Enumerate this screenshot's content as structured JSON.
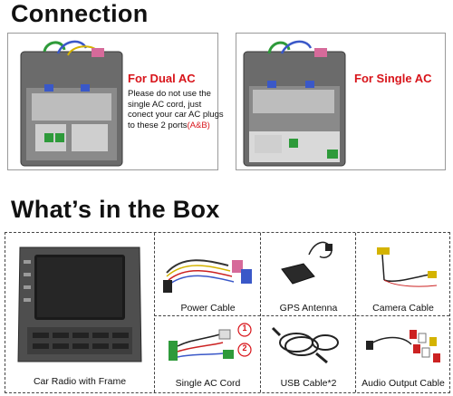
{
  "connection": {
    "title": "Connection",
    "dual": {
      "label": "For Dual AC",
      "note_text": "Please do not use the single AC cord, just conect your car AC plugs to these 2 ports",
      "note_ports": "(A&B)"
    },
    "single": {
      "label": "For Single AC"
    }
  },
  "box": {
    "title": "What’s in the Box",
    "items": [
      {
        "label": "Car Radio with Frame"
      },
      {
        "label": "Power Cable"
      },
      {
        "label": "GPS Antenna"
      },
      {
        "label": "Camera Cable"
      },
      {
        "label": "Single AC Cord"
      },
      {
        "label": "USB Cable*2"
      },
      {
        "label": "Audio Output Cable"
      }
    ],
    "markers": [
      "1",
      "2"
    ]
  },
  "colors": {
    "accent_red": "#d8141a",
    "radio_body": "#5b5b5b",
    "wire_green": "#2e9a3a",
    "wire_pink": "#d66a9a",
    "wire_blue": "#3a58c8"
  }
}
